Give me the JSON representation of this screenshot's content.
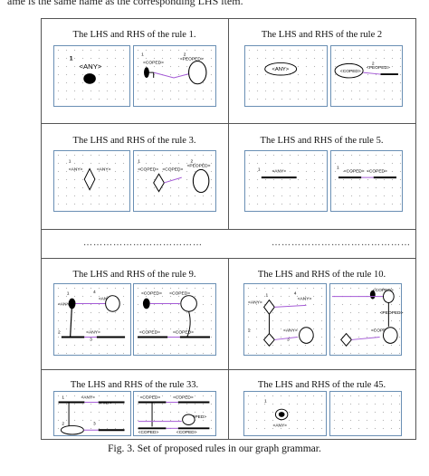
{
  "top_text": "ame is the same name as the corresponding LHS item.",
  "rules": [
    {
      "title": "The LHS and RHS of the rule 1.",
      "lhs_labels": [
        "1",
        "<ANY>"
      ],
      "rhs_labels": [
        "1",
        "<COPED>",
        "2",
        "<PEOPED>"
      ]
    },
    {
      "title": "The LHS and RHS of the rule 2",
      "lhs_labels": [
        "<ANY>"
      ],
      "rhs_labels": [
        "<COPED>",
        "2",
        "<PEOPED>"
      ]
    },
    {
      "title": "The LHS and RHS of the rule 3.",
      "lhs_labels": [
        "1",
        "<ANY>",
        "<ANY>"
      ],
      "rhs_labels": [
        "1",
        "<COPED>",
        "<COPED>",
        "2",
        "<PEOPED>"
      ]
    },
    {
      "title": "The LHS and RHS of the rule 5.",
      "lhs_labels": [
        "1",
        "<ANY>"
      ],
      "rhs_labels": [
        "1",
        "<COPED>",
        "<COPED>"
      ]
    },
    {
      "title": "The LHS and RHS of the rule 9.",
      "lhs_labels": [
        "1",
        "4",
        "<ANY>",
        "<ANY>",
        "2",
        "<ANY>",
        "3"
      ],
      "rhs_labels": [
        "<COPED>",
        "<COPED>",
        "<COPED>",
        "<COPED>"
      ]
    },
    {
      "title": "The LHS and RHS of the rule 10.",
      "lhs_labels": [
        "1",
        "4",
        "<ANY>",
        "<ANY>",
        "2",
        "<ANY>",
        "3"
      ],
      "rhs_labels": [
        "<COPED>",
        "<PEOPED>",
        "<COPED>"
      ]
    },
    {
      "title": "The LHS and RHS of the rule 33.",
      "lhs_labels": [
        "1",
        "<ANY>",
        "<ANY>",
        "2",
        "<ANY>",
        "3"
      ],
      "rhs_labels": [
        "<COPED>",
        "<COPED>",
        "<PEOPED>",
        "<COPED>",
        "<COPED>"
      ]
    },
    {
      "title": "The LHS and RHS of the rule 45.",
      "lhs_labels": [
        "1",
        "<ANY>"
      ],
      "rhs_labels": []
    }
  ],
  "ellipsis_left": "………………………………",
  "ellipsis_right": "……………………………………",
  "caption": "Fig. 3. Set of proposed rules in our graph grammar."
}
